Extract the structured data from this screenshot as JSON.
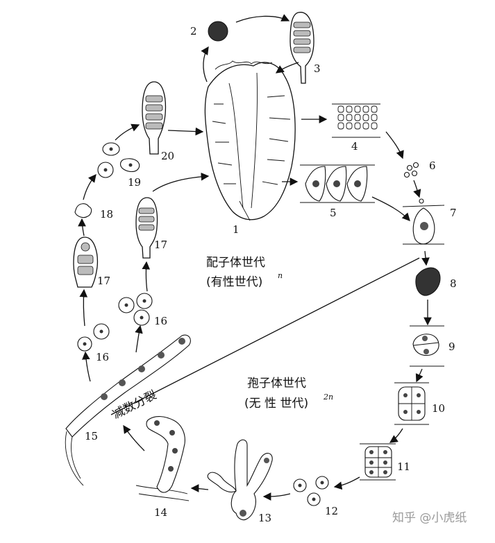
{
  "labels": {
    "n1": "1",
    "n2": "2",
    "n3": "3",
    "n4": "4",
    "n5": "5",
    "n6": "6",
    "n7": "7",
    "n8": "8",
    "n9": "9",
    "n10": "10",
    "n11": "11",
    "n12": "12",
    "n13": "13",
    "n14": "14",
    "n15": "15",
    "n16a": "16",
    "n16b": "16",
    "n17a": "17",
    "n17b": "17",
    "n18": "18",
    "n19": "19",
    "n20": "20"
  },
  "gametophyte": {
    "title": "配子体世代",
    "subtitle": "(有性世代)",
    "ploidy": "n"
  },
  "sporophyte": {
    "title": "孢子体世代",
    "subtitle": "(无 性 世代)",
    "ploidy": "2n"
  },
  "meiosis": "减数分裂",
  "watermark": "知乎 @小虎纸"
}
